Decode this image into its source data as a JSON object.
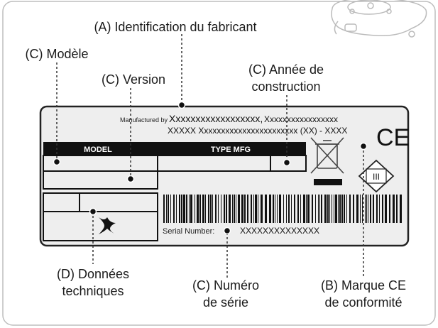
{
  "labels": {
    "manufacturer_id": "(A) Identification du fabricant",
    "model": "(C) Modèle",
    "version": "(C) Version",
    "year_line1": "(C) Année de",
    "year_line2": "construction",
    "tech_line1": "(D) Données",
    "tech_line2": "techniques",
    "serial_line1": "(C) Numéro",
    "serial_line2": "de série",
    "ce_line1": "(B) Marque CE",
    "ce_line2": "de conformité"
  },
  "plate": {
    "manufactured_by_prefix": "Manufactured by",
    "manufacturer_name": "Xxxxxxxxxxxxxxxxxx,",
    "manufacturer_addr1": "Xxxxxxxxxxxxxxxxx",
    "address_line2": "XXXXX Xxxxxxxxxxxxxxxxxxxxxxx (XX) - XXXX",
    "header_model": "MODEL",
    "header_type": "TYPE MFG",
    "serial_label": "Serial Number:",
    "serial_value": "XXXXXXXXXXXXXX",
    "ce_mark": "CE",
    "class_mark": "III"
  },
  "colors": {
    "plate_bg": "#eeeeee",
    "ink": "#111111",
    "frame": "#bdbdbd"
  }
}
